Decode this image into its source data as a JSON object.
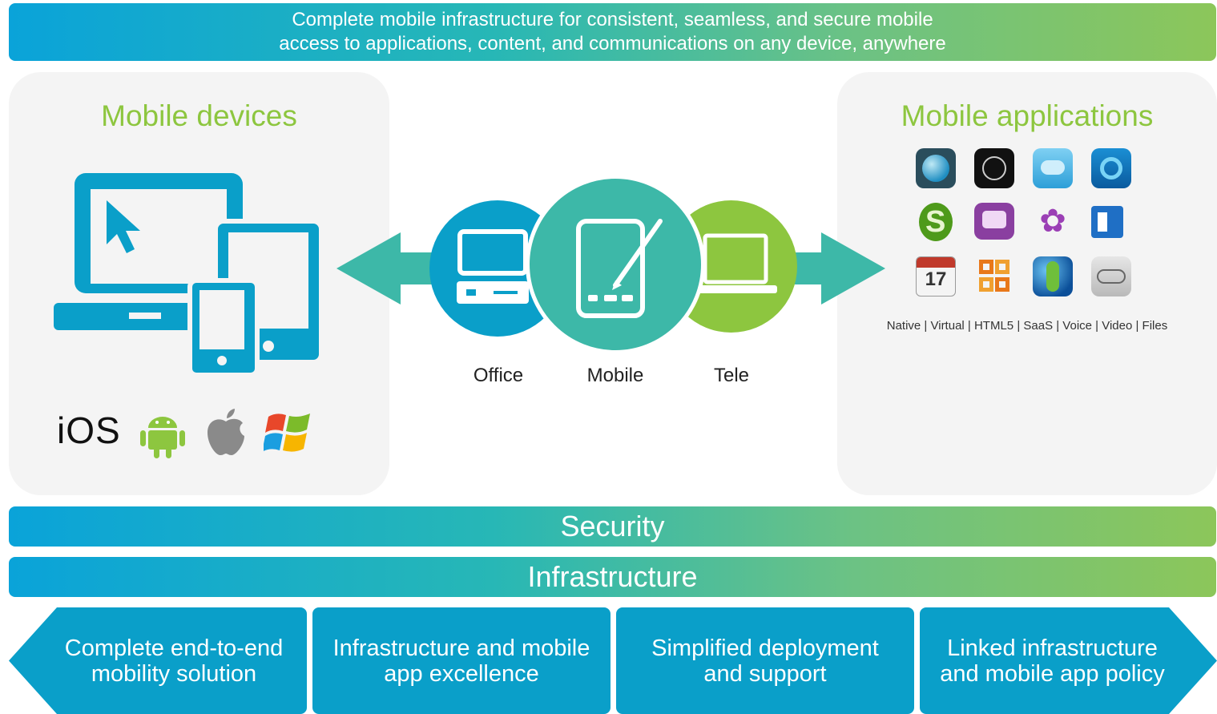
{
  "banner": {
    "line1": "Complete mobile infrastructure for consistent, seamless, and secure mobile",
    "line2": "access to applications, content, and communications on any device, anywhere"
  },
  "panels": {
    "devices_title": "Mobile devices",
    "apps_title": "Mobile applications",
    "app_formats": "Native | Virtual | HTML5 | SaaS | Voice | Video | Files"
  },
  "os_logos": [
    "ios-logo",
    "android-icon",
    "apple-icon",
    "windows-icon"
  ],
  "os_logo_text": {
    "ios": "iOS"
  },
  "circles": [
    {
      "label": "Office",
      "icon": "desktop-computer-icon",
      "color": "#0a9fc9"
    },
    {
      "label": "Mobile",
      "icon": "tablet-pen-icon",
      "color": "#3db8a8"
    },
    {
      "label": "Tele",
      "icon": "laptop-icon",
      "color": "#8dc63f"
    }
  ],
  "apps": [
    "app-icon-1",
    "app-icon-2",
    "app-icon-3",
    "app-icon-4",
    "app-icon-5",
    "app-icon-6",
    "app-icon-7",
    "app-icon-8",
    "app-icon-9",
    "app-icon-10",
    "app-icon-11",
    "app-icon-12"
  ],
  "calendar_day": "17",
  "bars": {
    "security": "Security",
    "infrastructure": "Infrastructure"
  },
  "pillars": [
    {
      "line1": "Complete end-to-end",
      "line2": "mobility solution"
    },
    {
      "line1": "Infrastructure and mobile",
      "line2": "app excellence"
    },
    {
      "line1": "Simplified deployment",
      "line2": "and support"
    },
    {
      "line1": "Linked infrastructure",
      "line2": "and mobile app policy"
    }
  ],
  "colors": {
    "blue": "#0a9fc9",
    "teal": "#3db8a8",
    "green": "#8dc63f",
    "panel_bg": "#f4f4f4"
  }
}
